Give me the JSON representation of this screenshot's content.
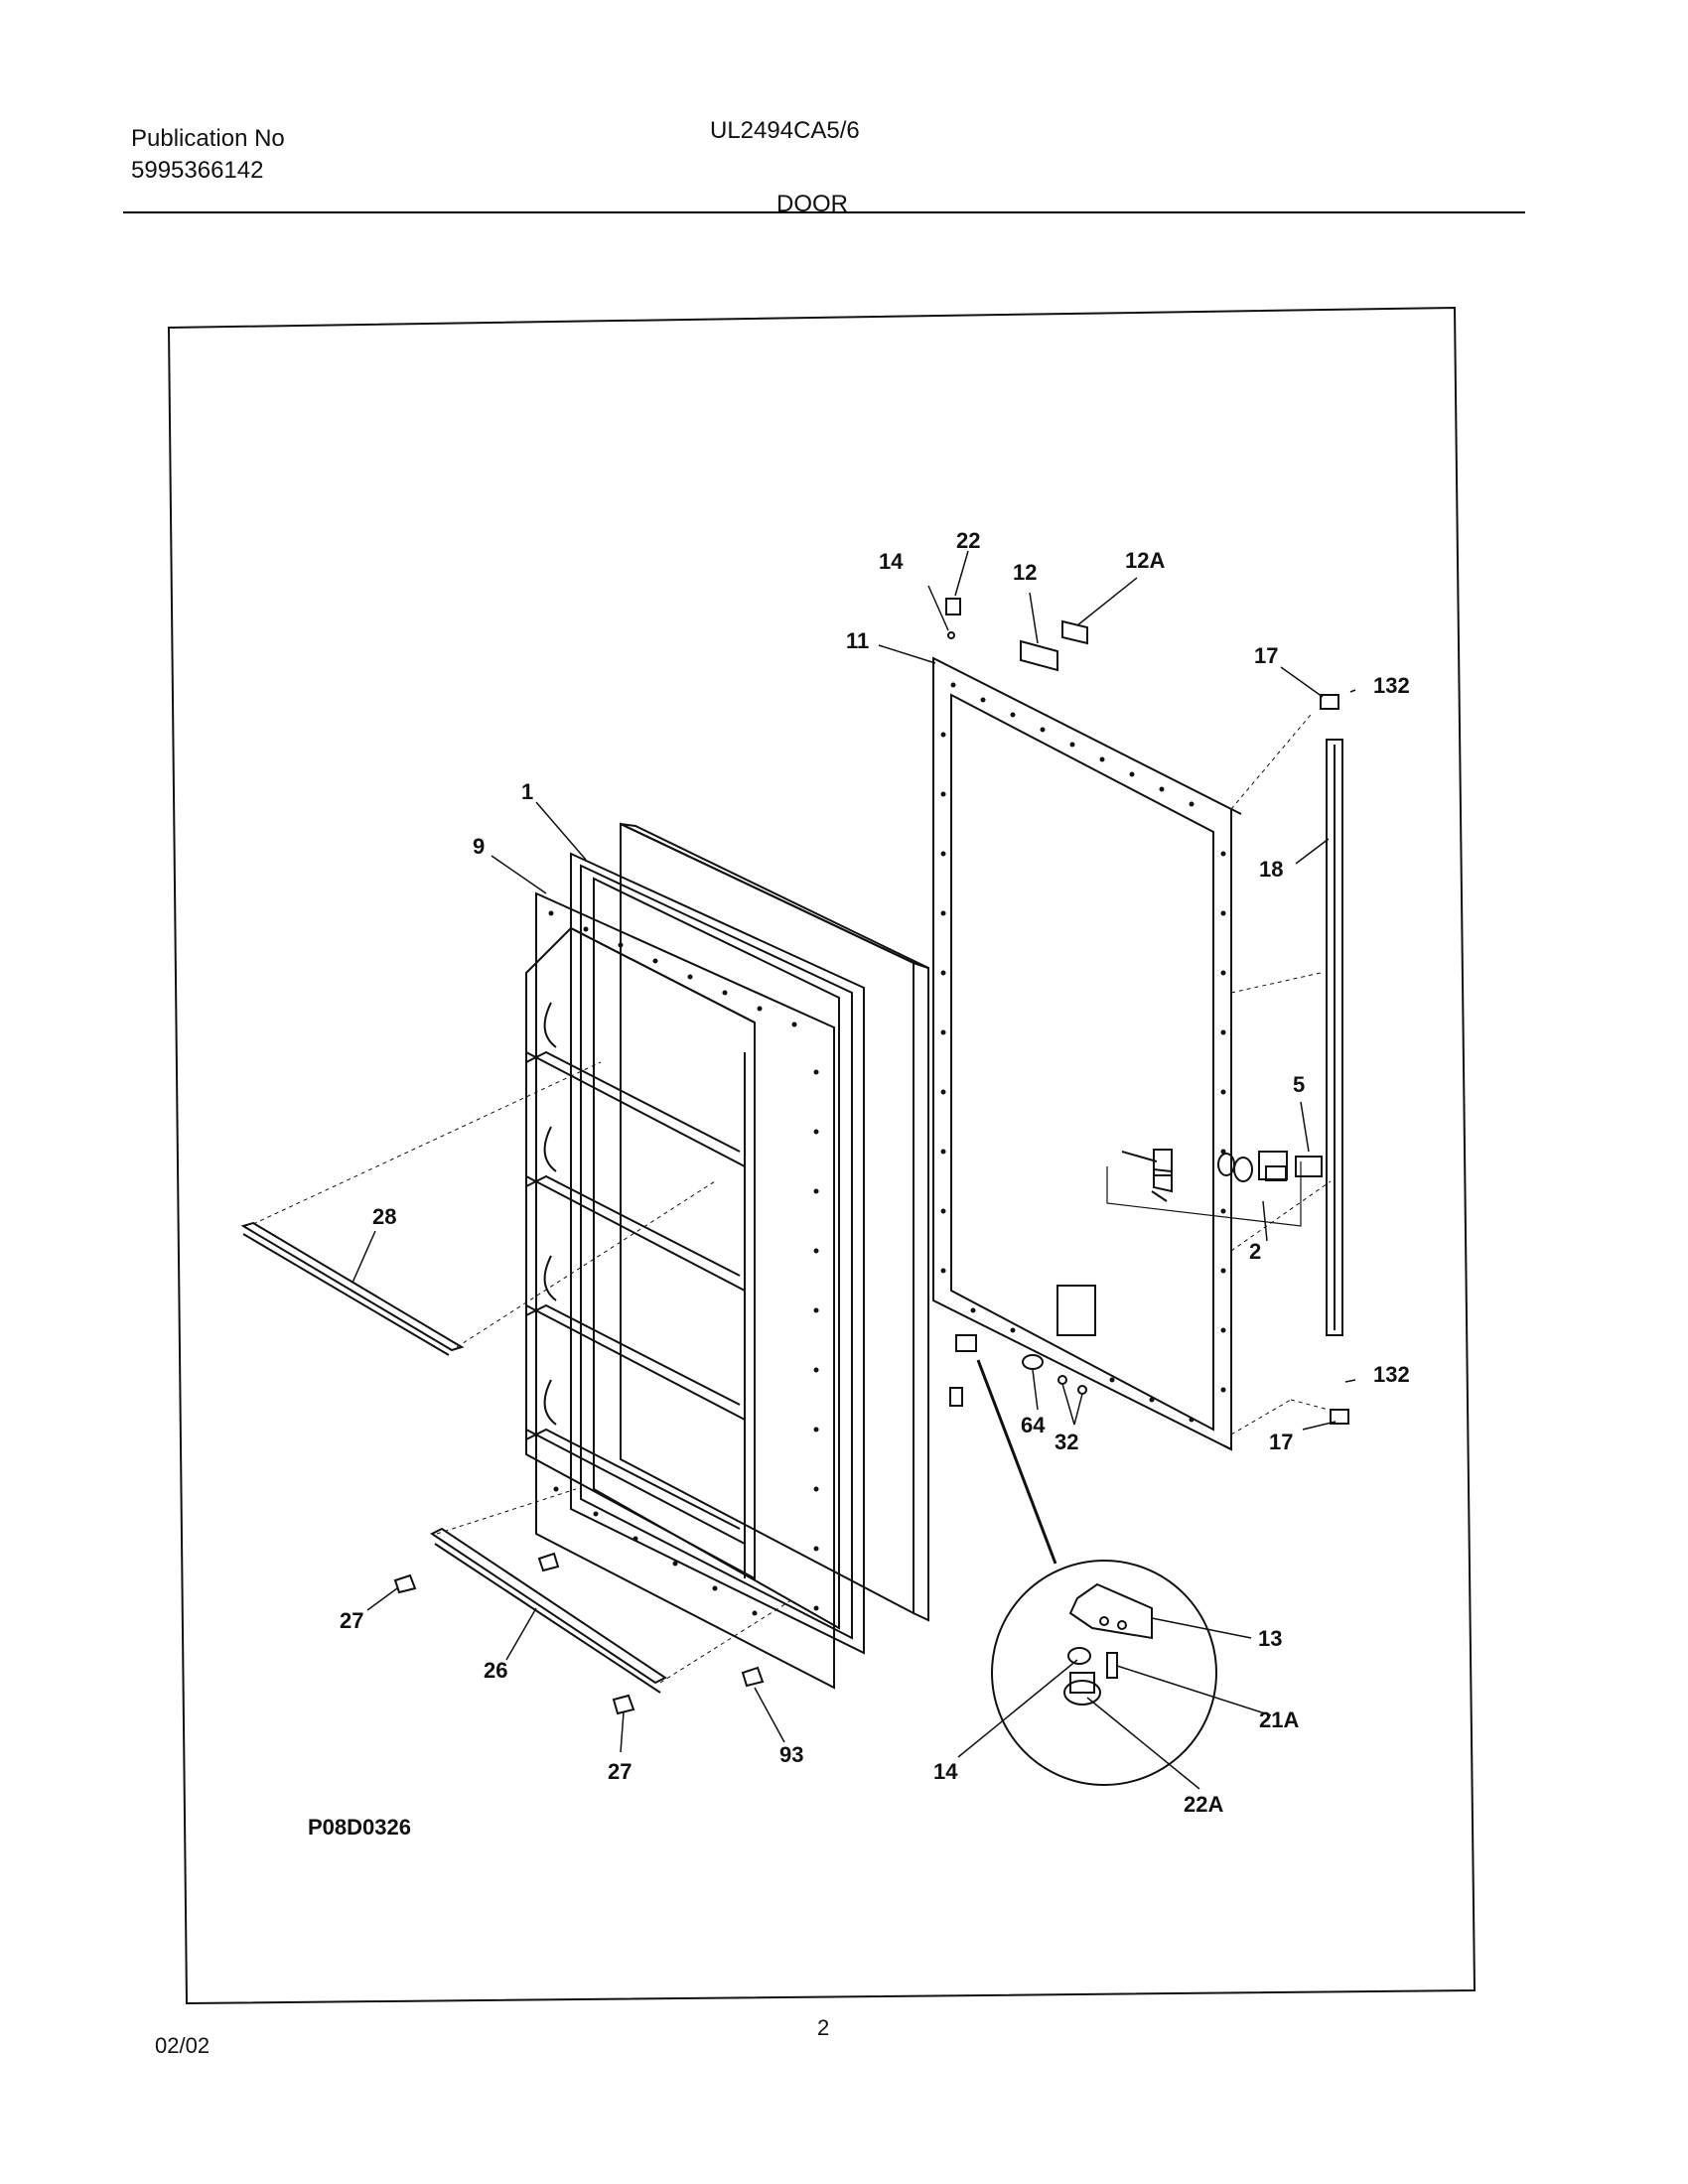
{
  "header": {
    "publication_label": "Publication No",
    "publication_number": "5995366142",
    "model": "UL2494CA5/6",
    "section_title": "DOOR"
  },
  "diagram": {
    "drawing_code": "P08D0326",
    "callouts": {
      "c22": "22",
      "c14top": "14",
      "c12": "12",
      "c12a": "12A",
      "c11": "11",
      "c17top": "17",
      "c132top": "132",
      "c18": "18",
      "c1": "1",
      "c9": "9",
      "c5": "5",
      "c2": "2",
      "c28": "28",
      "c132bot": "132",
      "c64": "64",
      "c32": "32",
      "c17bot": "17",
      "c13": "13",
      "c27a": "27",
      "c26": "26",
      "c21a": "21A",
      "c93": "93",
      "c14det": "14",
      "c22a": "22A",
      "c27b": "27"
    }
  },
  "footer": {
    "date": "02/02",
    "page": "2"
  }
}
